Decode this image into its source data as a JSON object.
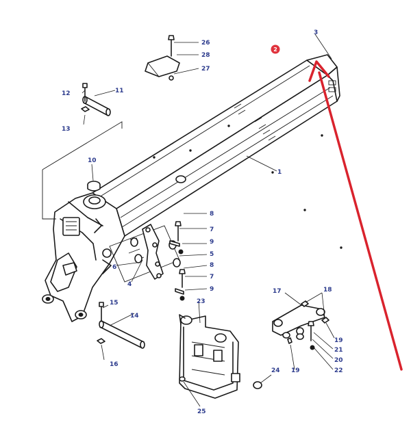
{
  "colors": {
    "line": "#1a1a1a",
    "callout": "#2b3a8c",
    "highlight_arrow": "#d9232d",
    "badge": "#e0323c"
  },
  "highlight_badge": {
    "text": "2"
  },
  "callouts": [
    {
      "id": "1",
      "text": "1"
    },
    {
      "id": "3",
      "text": "3"
    },
    {
      "id": "4",
      "text": "4"
    },
    {
      "id": "5",
      "text": "5"
    },
    {
      "id": "6",
      "text": "6"
    },
    {
      "id": "7a",
      "text": "7"
    },
    {
      "id": "7b",
      "text": "7"
    },
    {
      "id": "8a",
      "text": "8"
    },
    {
      "id": "8b",
      "text": "8"
    },
    {
      "id": "9a",
      "text": "9"
    },
    {
      "id": "9b",
      "text": "9"
    },
    {
      "id": "10",
      "text": "10"
    },
    {
      "id": "11",
      "text": "11"
    },
    {
      "id": "12",
      "text": "12"
    },
    {
      "id": "13",
      "text": "13"
    },
    {
      "id": "14",
      "text": "14"
    },
    {
      "id": "15",
      "text": "15"
    },
    {
      "id": "16",
      "text": "16"
    },
    {
      "id": "17",
      "text": "17"
    },
    {
      "id": "18",
      "text": "18"
    },
    {
      "id": "19a",
      "text": "19"
    },
    {
      "id": "19b",
      "text": "19"
    },
    {
      "id": "20",
      "text": "20"
    },
    {
      "id": "21",
      "text": "21"
    },
    {
      "id": "22",
      "text": "22"
    },
    {
      "id": "23",
      "text": "23"
    },
    {
      "id": "24",
      "text": "24"
    },
    {
      "id": "25",
      "text": "25"
    },
    {
      "id": "26",
      "text": "26"
    },
    {
      "id": "27",
      "text": "27"
    },
    {
      "id": "28",
      "text": "28"
    }
  ]
}
